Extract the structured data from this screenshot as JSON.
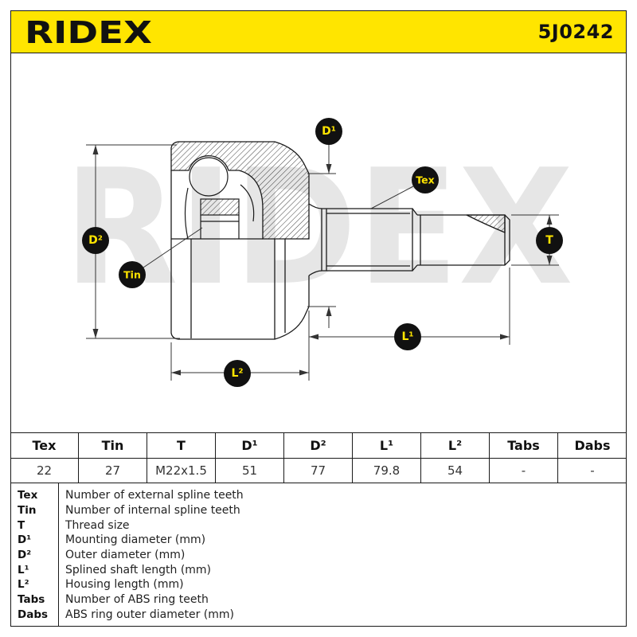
{
  "brand": "RIDEX",
  "header": {
    "part_number": "5J0242"
  },
  "diagram": {
    "watermark": "RIDEX",
    "labels": {
      "d1": "D¹",
      "d2": "D²",
      "tex": "Tex",
      "tin": "Tin",
      "t": "T",
      "l1": "L¹",
      "l2": "L²"
    }
  },
  "spec_table": {
    "columns": [
      "Tex",
      "Tin",
      "T",
      "D¹",
      "D²",
      "L¹",
      "L²",
      "Tabs",
      "Dabs"
    ],
    "values": [
      "22",
      "27",
      "M22x1.5",
      "51",
      "77",
      "79.8",
      "54",
      "-",
      "-"
    ]
  },
  "legend": [
    {
      "key": "Tex",
      "description": "Number of external spline teeth"
    },
    {
      "key": "Tin",
      "description": "Number of internal spline teeth"
    },
    {
      "key": "T",
      "description": "Thread size"
    },
    {
      "key": "D¹",
      "description": "Mounting diameter (mm)"
    },
    {
      "key": "D²",
      "description": "Outer diameter (mm)"
    },
    {
      "key": "L¹",
      "description": "Splined shaft length (mm)"
    },
    {
      "key": "L²",
      "description": "Housing length (mm)"
    },
    {
      "key": "Tabs",
      "description": "Number of ABS ring teeth"
    },
    {
      "key": "Dabs",
      "description": "ABS ring outer diameter (mm)"
    }
  ],
  "colors": {
    "brand_yellow": "#FFE500",
    "ink": "#111111",
    "watermark": "#E6E6E6"
  }
}
